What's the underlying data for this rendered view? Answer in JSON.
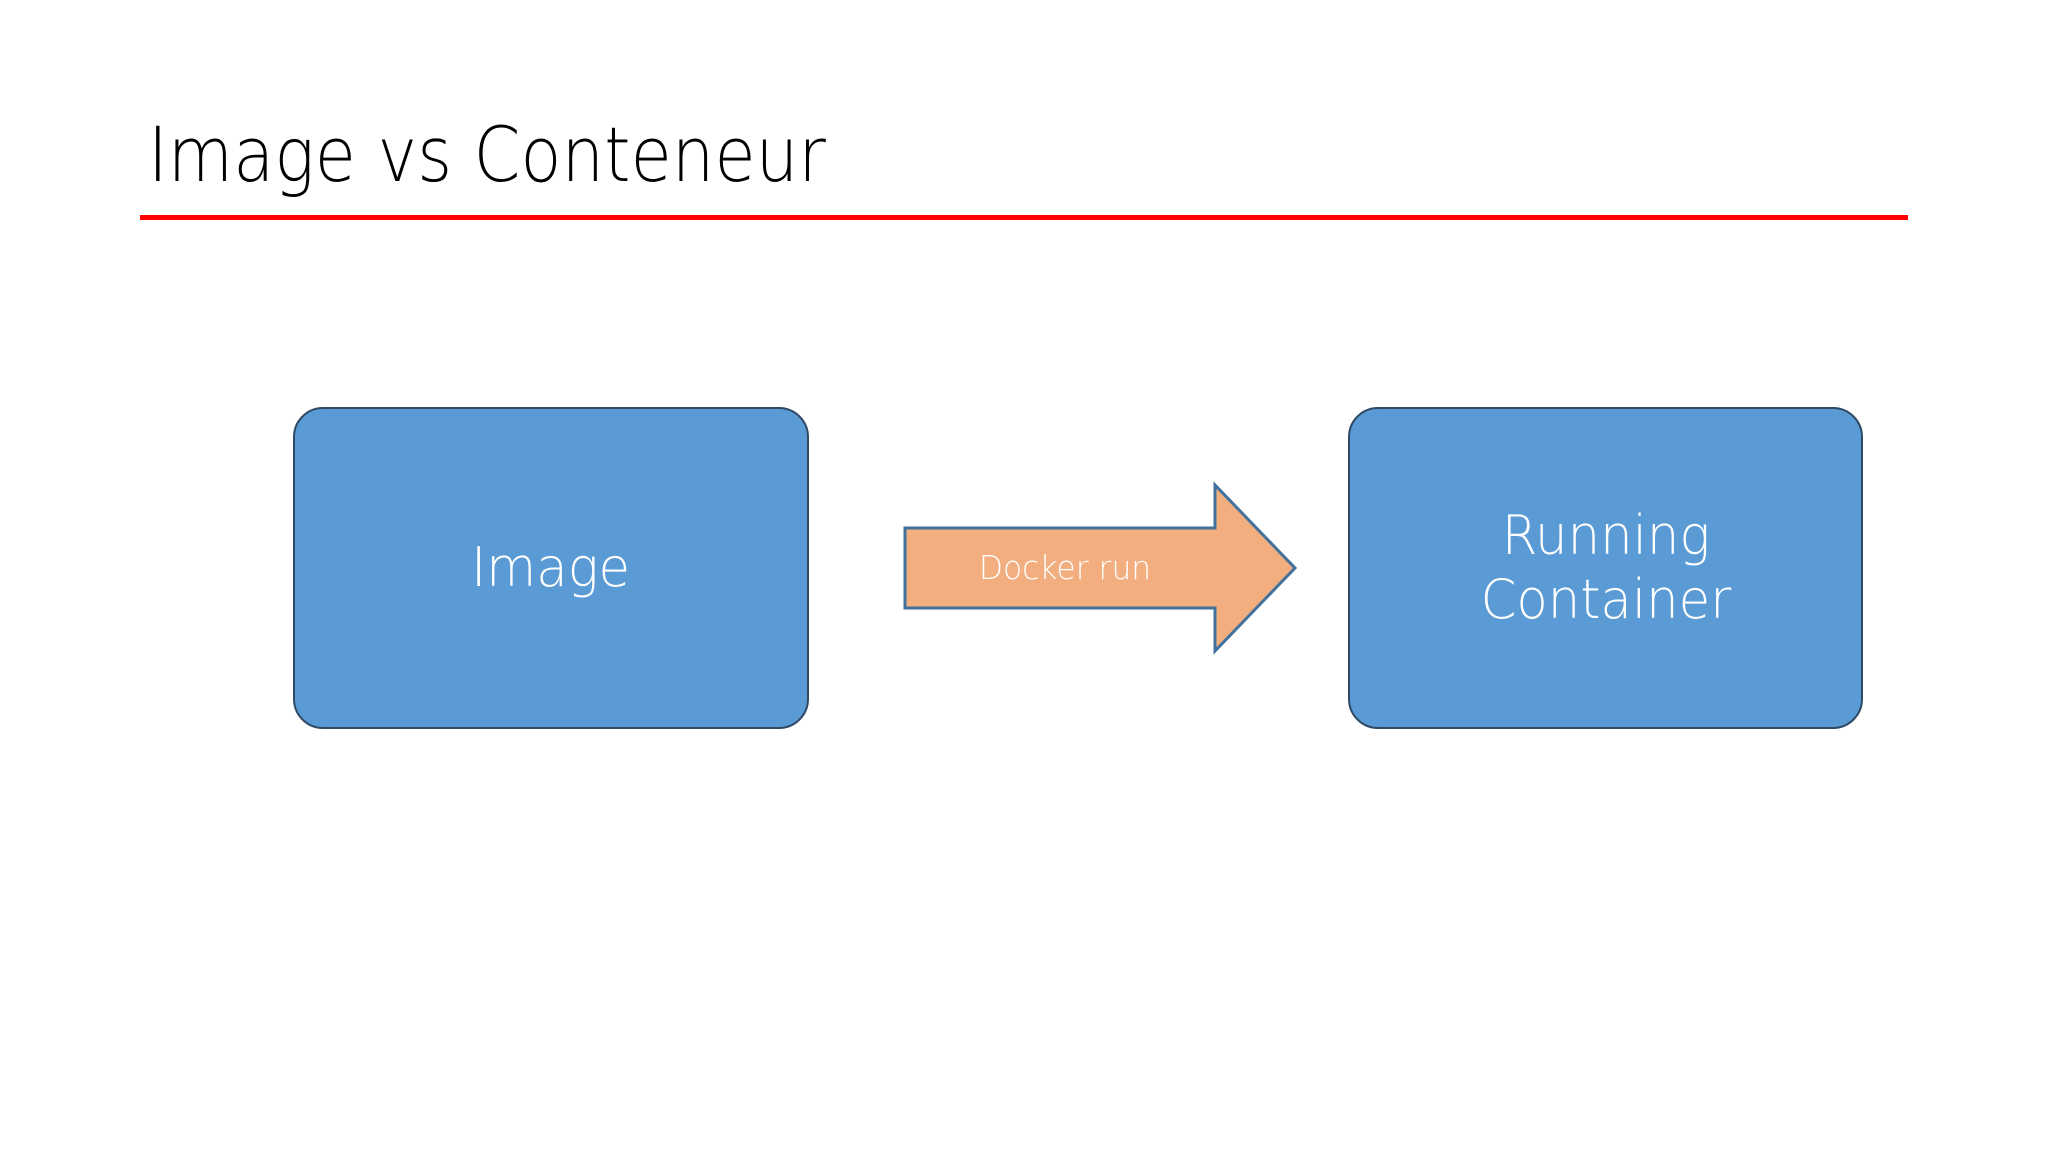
{
  "slide": {
    "title": "Image vs Conteneur",
    "title_rule_color": "#FF0000",
    "background_color": "#FFFFFF"
  },
  "diagram": {
    "type": "flow",
    "accent_blue": "#5B9BD5",
    "accent_orange": "#F2AE7E",
    "node_border_color": "#2E4A66",
    "arrow_border_color": "#41719C",
    "node_text_color": "#FFFFFF",
    "nodes": [
      {
        "id": "image",
        "label": "Image",
        "shape": "rounded-rectangle",
        "fill": "#5B9BD5"
      },
      {
        "id": "container",
        "label": "Running\nContainer",
        "shape": "rounded-rectangle",
        "fill": "#5B9BD5"
      }
    ],
    "connector": {
      "id": "docker-run",
      "label": "Docker run",
      "shape": "right-arrow",
      "fill": "#F2AE7E",
      "from": "image",
      "to": "container"
    }
  }
}
